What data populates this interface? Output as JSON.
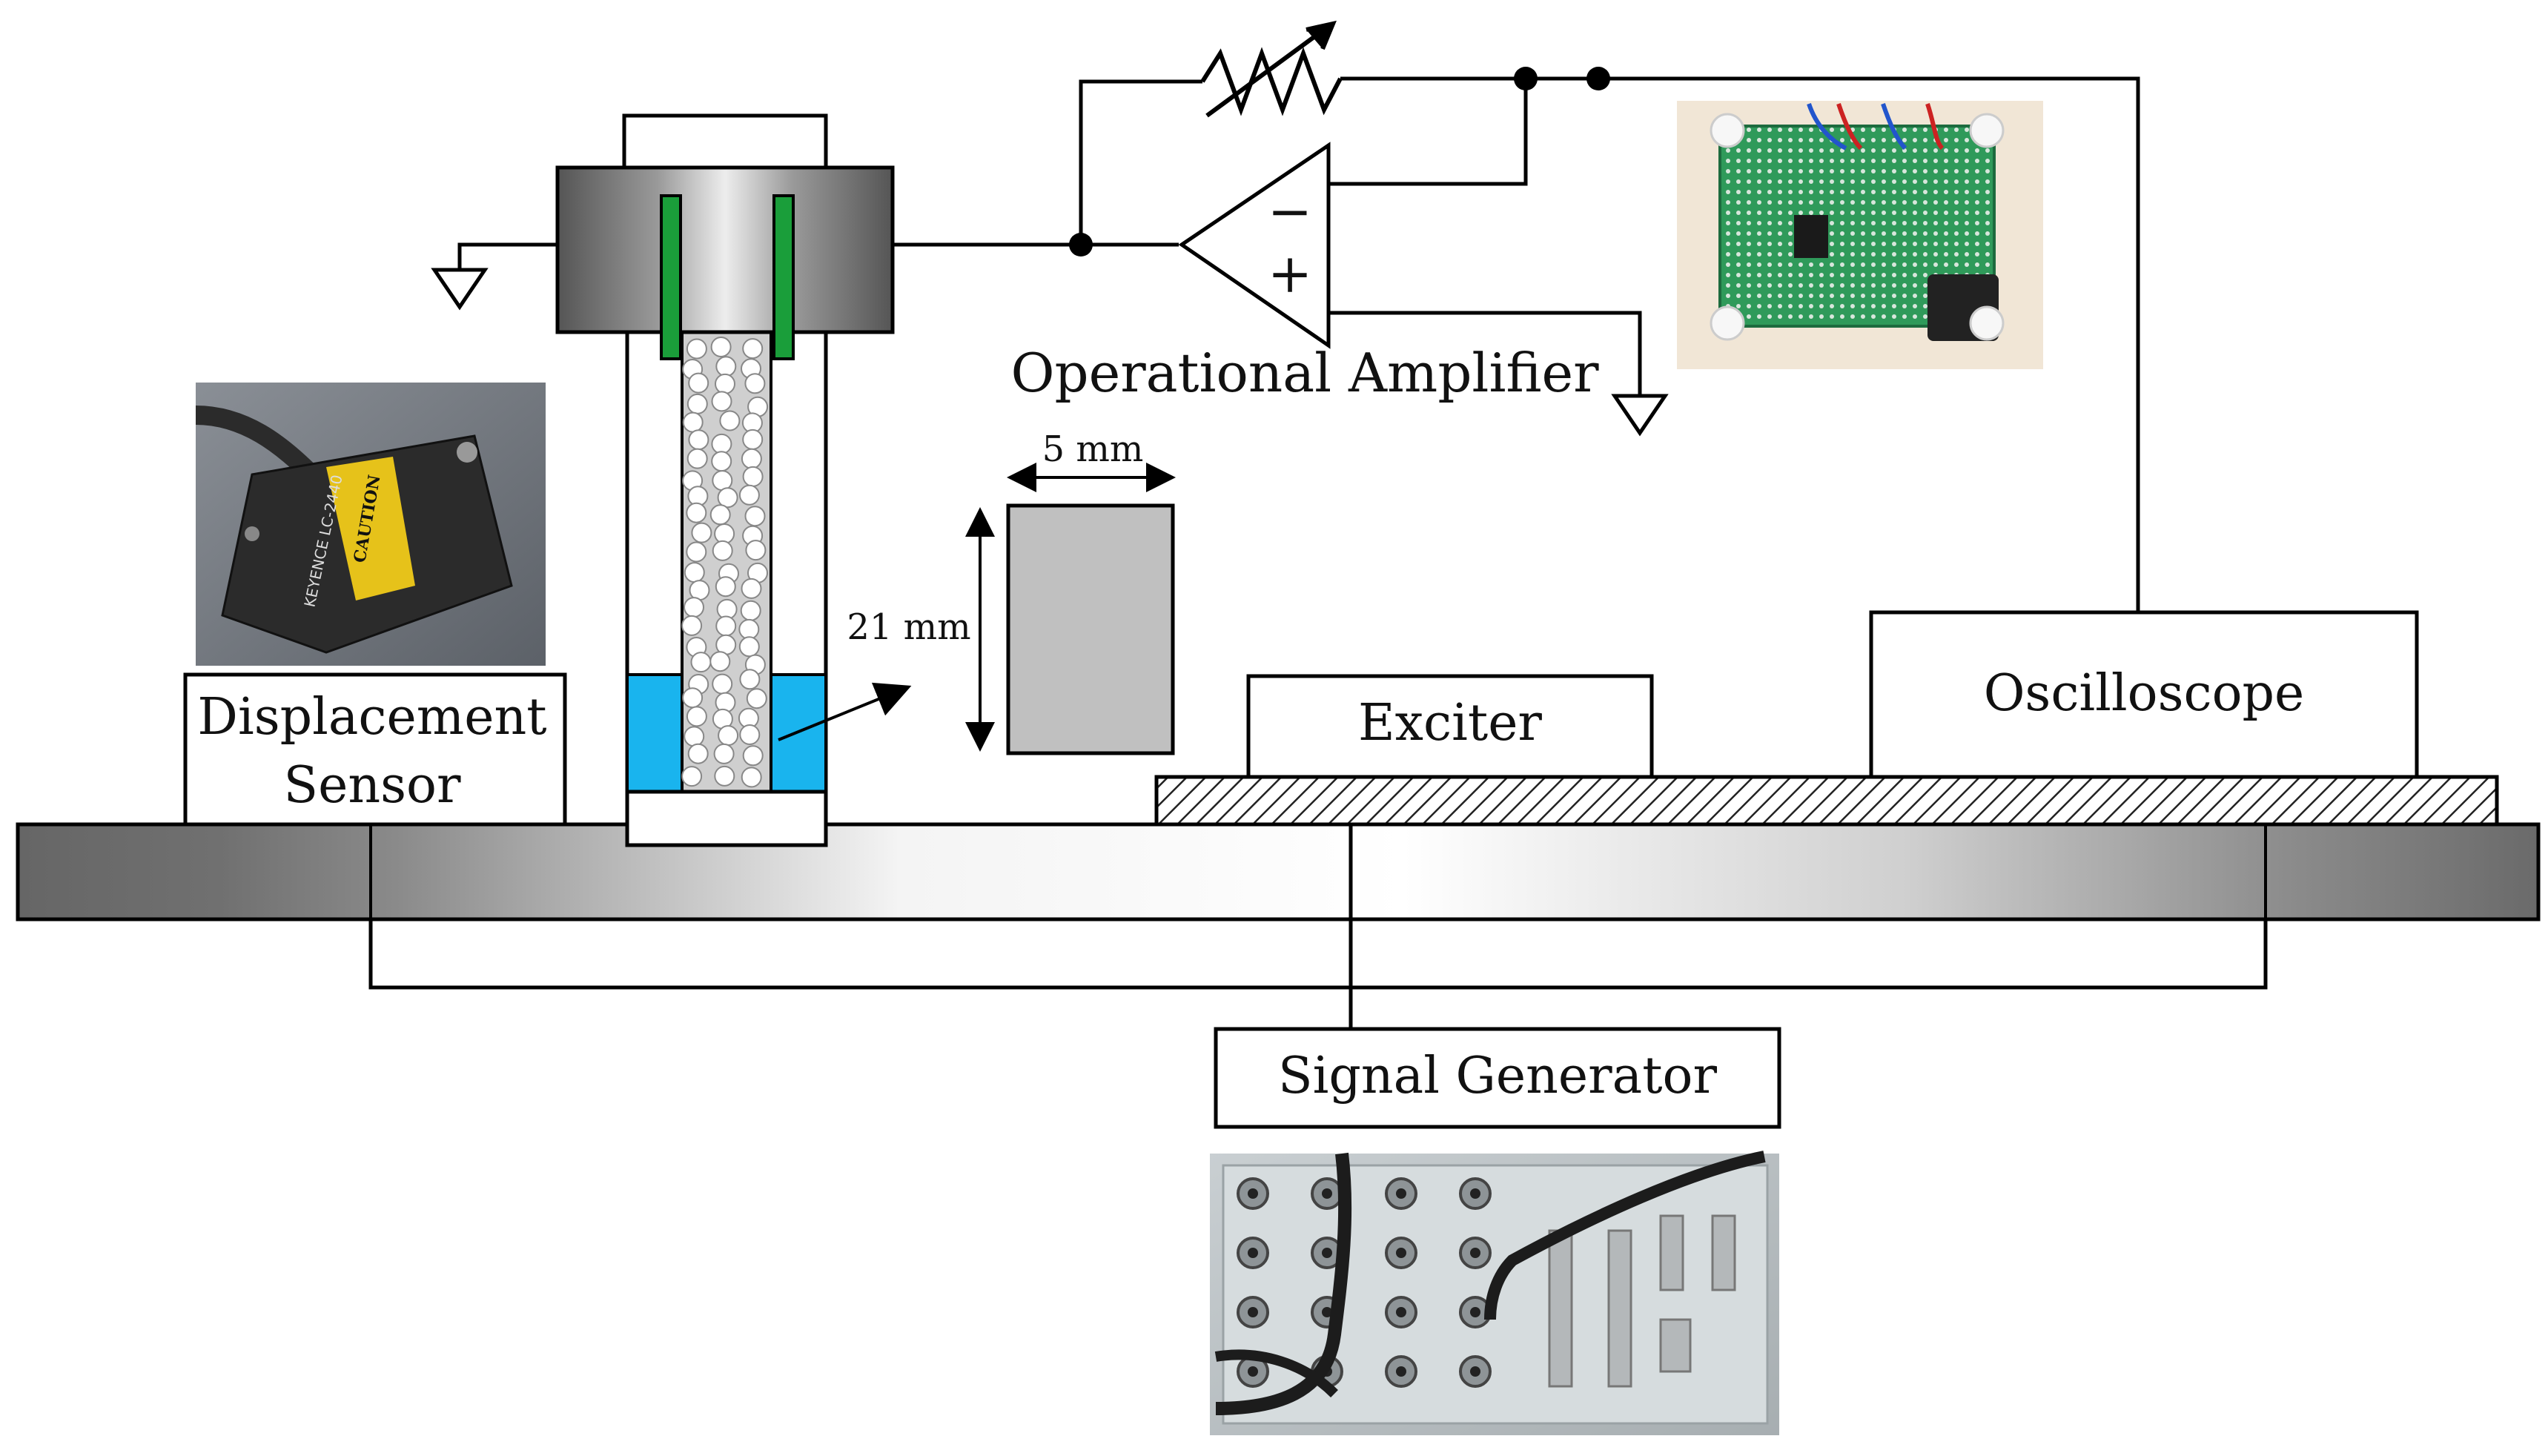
{
  "labels": {
    "displacement_sensor_line1": "Displacement",
    "displacement_sensor_line2": "Sensor",
    "operational_amplifier": "Operational Amplifier",
    "exciter": "Exciter",
    "oscilloscope": "Oscilloscope",
    "signal_generator": "Signal Generator",
    "width_dimension": "5 mm",
    "height_dimension": "21 mm",
    "opamp_minus": "−",
    "opamp_plus": "+"
  },
  "photo_text": {
    "sensor_caution": "CAUTION",
    "sensor_model": "KEYENCE LC-2440"
  },
  "colors": {
    "electrode": "#1a9e3a",
    "electrode_fluid": "#19b4ee",
    "particle_column": "#cfcfcf",
    "sample_block": "#c0c0c0",
    "base_plate_dark": "#5f5f5f",
    "base_plate_light": "#ffffff",
    "pcb_board": "#2f9a5a",
    "sensor_body": "#2b2b2b",
    "caution_label": "#e6c21a"
  },
  "icons": [
    "ground-icon",
    "variable-resistor-icon",
    "op-amp-icon",
    "arrow-icon"
  ]
}
